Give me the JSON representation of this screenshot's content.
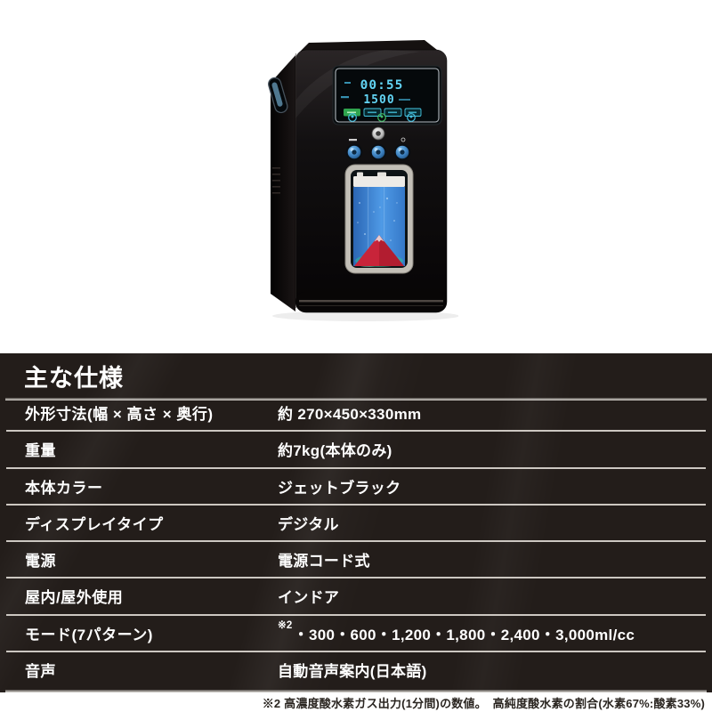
{
  "machine": {
    "display": {
      "timer_value": "00:55",
      "flow_value": "1500"
    },
    "colors": {
      "body_black": "#0b0809",
      "digit_cyan": "#62d4f4",
      "button_green": "#2fa44e",
      "knob_blue": "#3c80c0",
      "tank_frame_silver": "#c3bfb7",
      "water_blue": "#4f9ae6",
      "fuji_red": "#c8243a",
      "panel_bg": "#231d1a"
    }
  },
  "spec_table": {
    "title": "主な仕様",
    "rows": [
      {
        "label": "外形寸法(幅 × 高さ × 奥行)",
        "value": "約 270×450×330mm"
      },
      {
        "label": "重量",
        "value": "約7kg(本体のみ)"
      },
      {
        "label": "本体カラー",
        "value": "ジェットブラック"
      },
      {
        "label": "ディスプレイタイプ",
        "value": "デジタル"
      },
      {
        "label": "電源",
        "value": "電源コード式"
      },
      {
        "label": "屋内/屋外使用",
        "value": "インドア"
      },
      {
        "label": "モード(7パターン)",
        "sup": "※2",
        "value": "・300・600・1,200・1,800・2,400・3,000ml/cc"
      },
      {
        "label": "音声",
        "value": "自動音声案内(日本語)"
      }
    ],
    "footnote": "※2 高濃度酸水素ガス出力(1分間)の数値。　高純度酸水素の割合(水素67%:酸素33%)"
  }
}
